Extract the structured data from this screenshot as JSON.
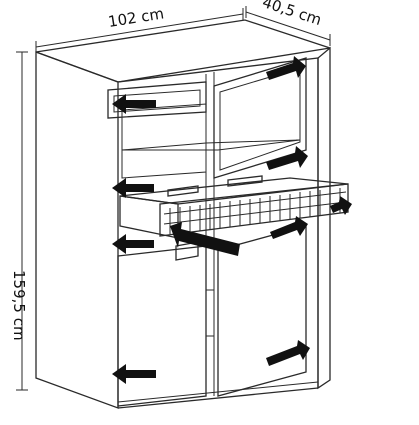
{
  "dimensions": {
    "width_label": "102 cm",
    "depth_label": "40,5 cm",
    "height_label": "159,5 cm"
  },
  "colors": {
    "line": "#2a2a2a",
    "arrow": "#111111",
    "glass": "#d9d9d9",
    "body": "#ffffff"
  }
}
